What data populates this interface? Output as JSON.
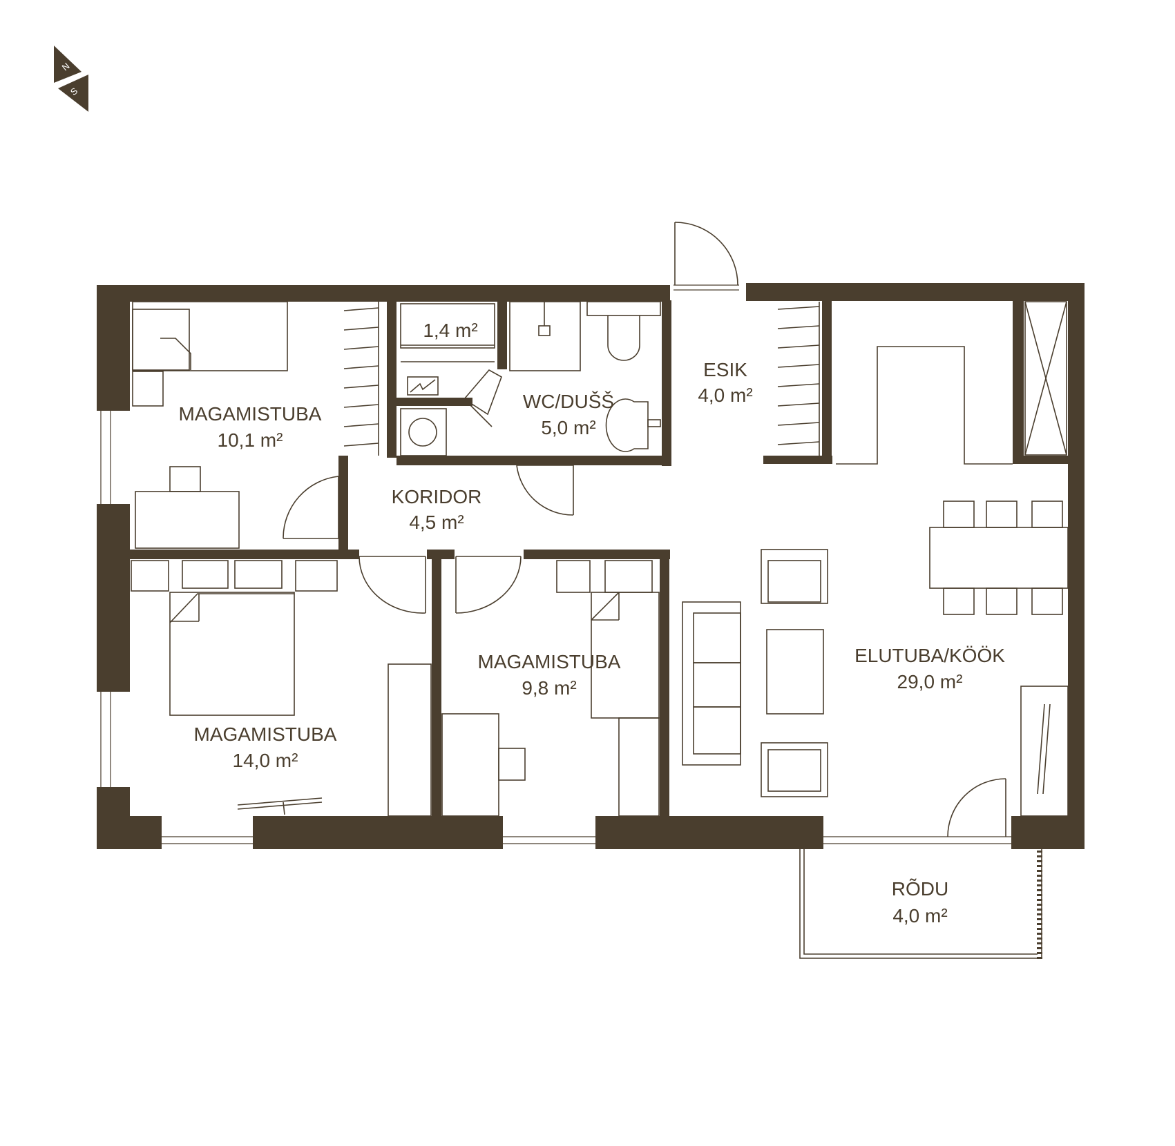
{
  "compass": {
    "north": "N",
    "south": "S"
  },
  "rooms": [
    {
      "id": "bedroom-1",
      "name": "MAGAMISTUBA",
      "area": "10,1 m²"
    },
    {
      "id": "storage",
      "name": "",
      "area": "1,4 m²"
    },
    {
      "id": "wc",
      "name": "WC/DUŠŠ",
      "area": "5,0 m²"
    },
    {
      "id": "hall",
      "name": "ESIK",
      "area": "4,0 m²"
    },
    {
      "id": "corridor",
      "name": "KORIDOR",
      "area": "4,5 m²"
    },
    {
      "id": "bedroom-2",
      "name": "MAGAMISTUBA",
      "area": "14,0 m²"
    },
    {
      "id": "bedroom-3",
      "name": "MAGAMISTUBA",
      "area": "9,8 m²"
    },
    {
      "id": "living",
      "name": "ELUTUBA/KÖÖK",
      "area": "29,0 m²"
    },
    {
      "id": "balcony",
      "name": "RÕDU",
      "area": "4,0 m²"
    }
  ],
  "colors": {
    "wall": "#4a3e2e",
    "background": "#ffffff"
  }
}
